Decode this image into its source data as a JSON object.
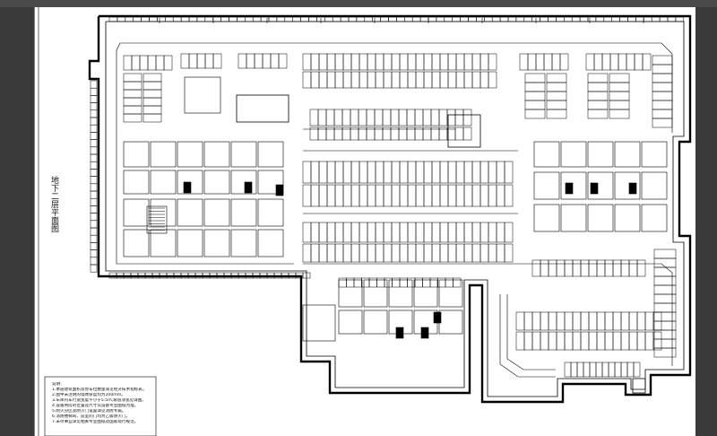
{
  "sheet_title": "地下二层平面图",
  "notes": {
    "heading": "说明:",
    "lines": [
      "1.本层建筑面积及停车位数量详见经济技术指标表。",
      "2.图中未注明的墙体厚度均为200mm。",
      "3.车库内车行道宽度不小于5.5m,坡道净宽见详图。",
      "4.设备用房的位置及尺寸以设备专业图纸为准。",
      "5.防火分区及防火门设置详见消防专篇。",
      "6.消防楼梯间、前室的门均为乙级防火门。",
      "7.未尽事宜详见相关专业图纸及国家现行规范。"
    ]
  },
  "colors": {
    "background": "#3a3a3a",
    "paper": "#ffffff",
    "ink": "#000000"
  }
}
